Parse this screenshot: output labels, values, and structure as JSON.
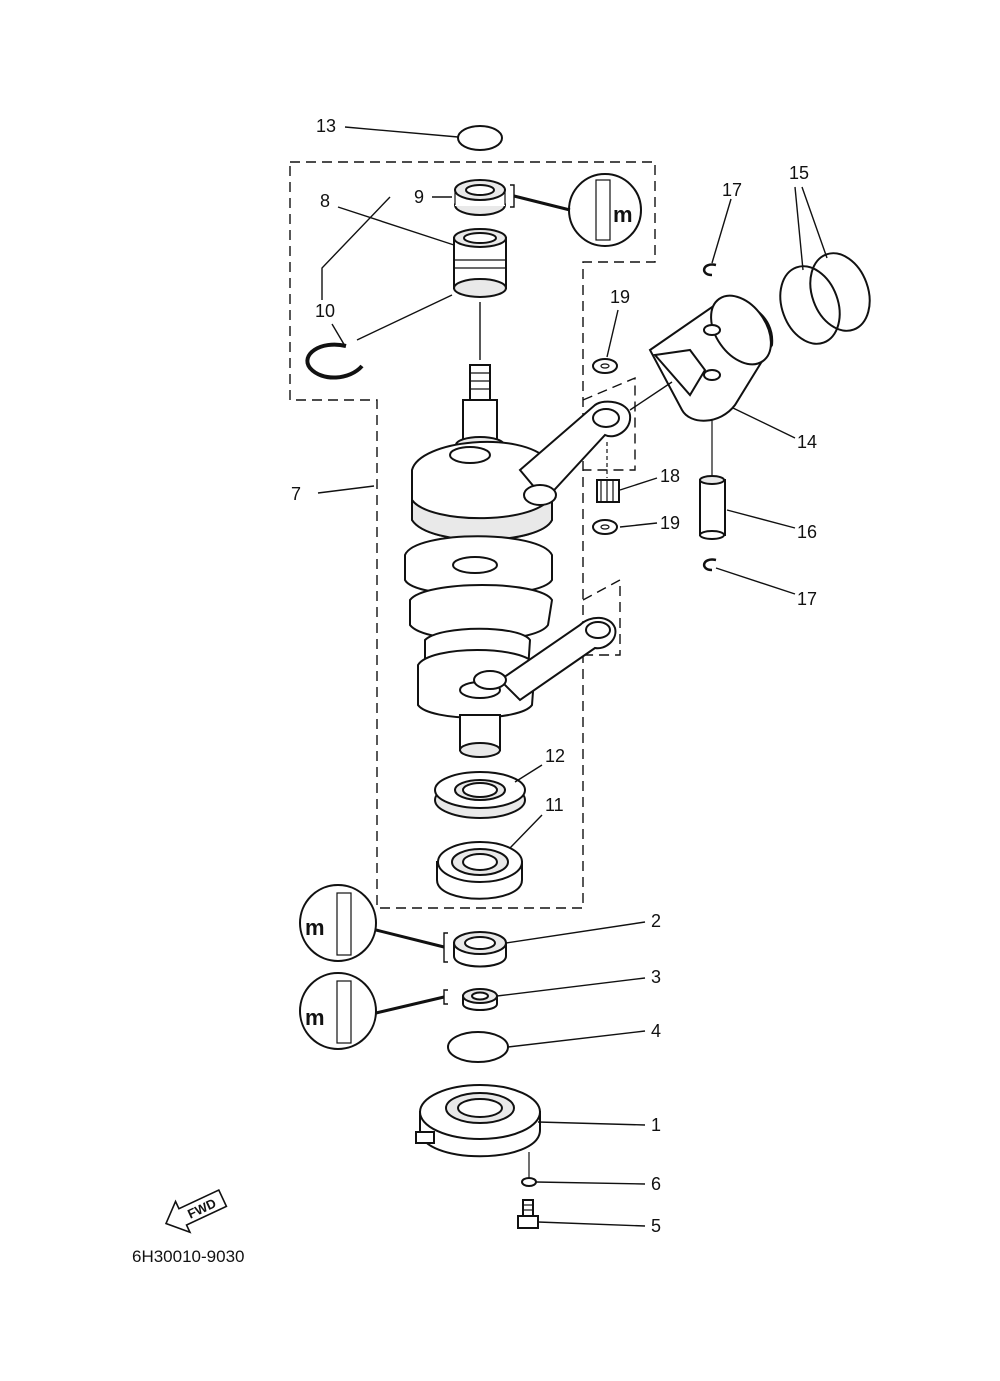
{
  "callouts": {
    "c1": "1",
    "c2": "2",
    "c3": "3",
    "c4": "4",
    "c5": "5",
    "c6": "6",
    "c7": "7",
    "c8": "8",
    "c9": "9",
    "c10": "10",
    "c11": "11",
    "c12": "12",
    "c13": "13",
    "c14": "14",
    "c15": "15",
    "c16": "16",
    "c17a": "17",
    "c17b": "17",
    "c18": "18",
    "c19a": "19",
    "c19b": "19"
  },
  "fwd_label": "FWD",
  "diagram_code": "6H30010-9030",
  "icons": {
    "grease_symbol": "grease-apply-icon",
    "forward_arrow": "forward-arrow-icon"
  }
}
